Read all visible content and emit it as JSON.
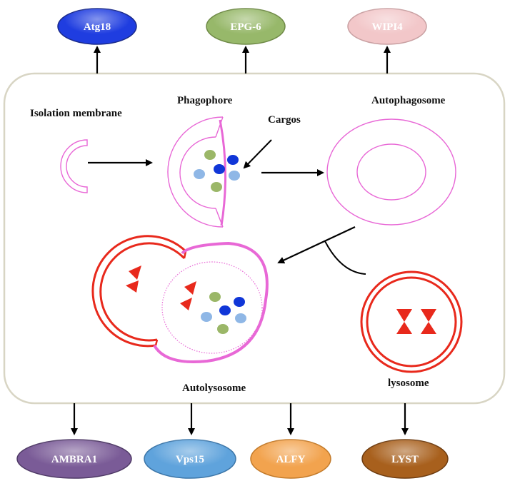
{
  "top_proteins": [
    {
      "label": "Atg18",
      "color": "#1f3de0",
      "text_color": "#ffffff"
    },
    {
      "label": "EPG-6",
      "color": "#97b86a",
      "text_color": "#ffffff"
    },
    {
      "label": "WIPI4",
      "color": "#f2c7c9",
      "text_color": "#ffffff"
    }
  ],
  "bottom_proteins": [
    {
      "label": "AMBRA1",
      "color": "#7a5b97",
      "text_color": "#ffffff"
    },
    {
      "label": "Vps15",
      "color": "#5fa3dc",
      "text_color": "#ffffff"
    },
    {
      "label": "ALFY",
      "color": "#f2a34e",
      "text_color": "#ffffff"
    },
    {
      "label": "LYST",
      "color": "#a8601d",
      "text_color": "#ffffff"
    }
  ],
  "stages": {
    "isolation_membrane": "Isolation membrane",
    "phagophore": "Phagophore",
    "cargos": "Cargos",
    "autophagosome": "Autophagosome",
    "autolysosome": "Autolysosome",
    "lysosome": "lysosome"
  },
  "colors": {
    "membrane_pink": "#e868d6",
    "lysosome_red": "#e8291c",
    "cargo_dark_blue": "#1036d8",
    "cargo_light_blue": "#8fb7e6",
    "cargo_green": "#9bb768",
    "panel_border": "#d8d5c4"
  }
}
